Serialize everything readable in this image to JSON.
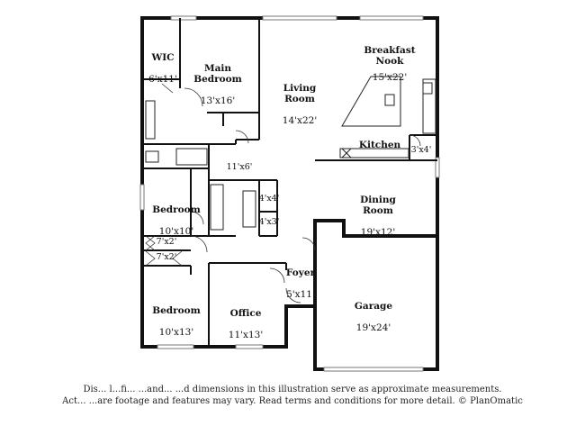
{
  "rooms": {
    "wic": {
      "name": "WIC",
      "dim": "6'x11'"
    },
    "main_bedroom": {
      "name": "Main\nBedroom",
      "dim": "13'x16'"
    },
    "living_room": {
      "name": "Living\nRoom",
      "dim": "14'x22'"
    },
    "breakfast_nook": {
      "name": "Breakfast\nNook",
      "dim": "15'x22'"
    },
    "kitchen": {
      "name": "Kitchen"
    },
    "closet_3x4": {
      "dim": "3'x4'"
    },
    "hall_11x6": {
      "dim": "11'x6'"
    },
    "bedroom_1": {
      "name": "Bedroom",
      "dim": "10'x10'"
    },
    "closet_4x4": {
      "dim": "4'x4'"
    },
    "closet_4x3": {
      "dim": "4'x3'"
    },
    "dining_room": {
      "name": "Dining\nRoom",
      "dim": "19'x12'"
    },
    "closet_7x2_a": {
      "dim": "7'x2'"
    },
    "closet_7x2_b": {
      "dim": "7'x2'"
    },
    "foyer": {
      "name": "Foyer",
      "dim": "5'x11'"
    },
    "bedroom_2": {
      "name": "Bedroom",
      "dim": "10'x13'"
    },
    "office": {
      "name": "Office",
      "dim": "11'x13'"
    },
    "garage": {
      "name": "Garage",
      "dim": "19'x24'"
    }
  },
  "disclaimer": {
    "line1": "Dis... l...fi... ...and... ...d dimensions in this illustration serve as approximate measurements.",
    "line2": "Act... ...are footage and features may vary. Read terms and conditions for more detail. © PlanOmatic"
  }
}
